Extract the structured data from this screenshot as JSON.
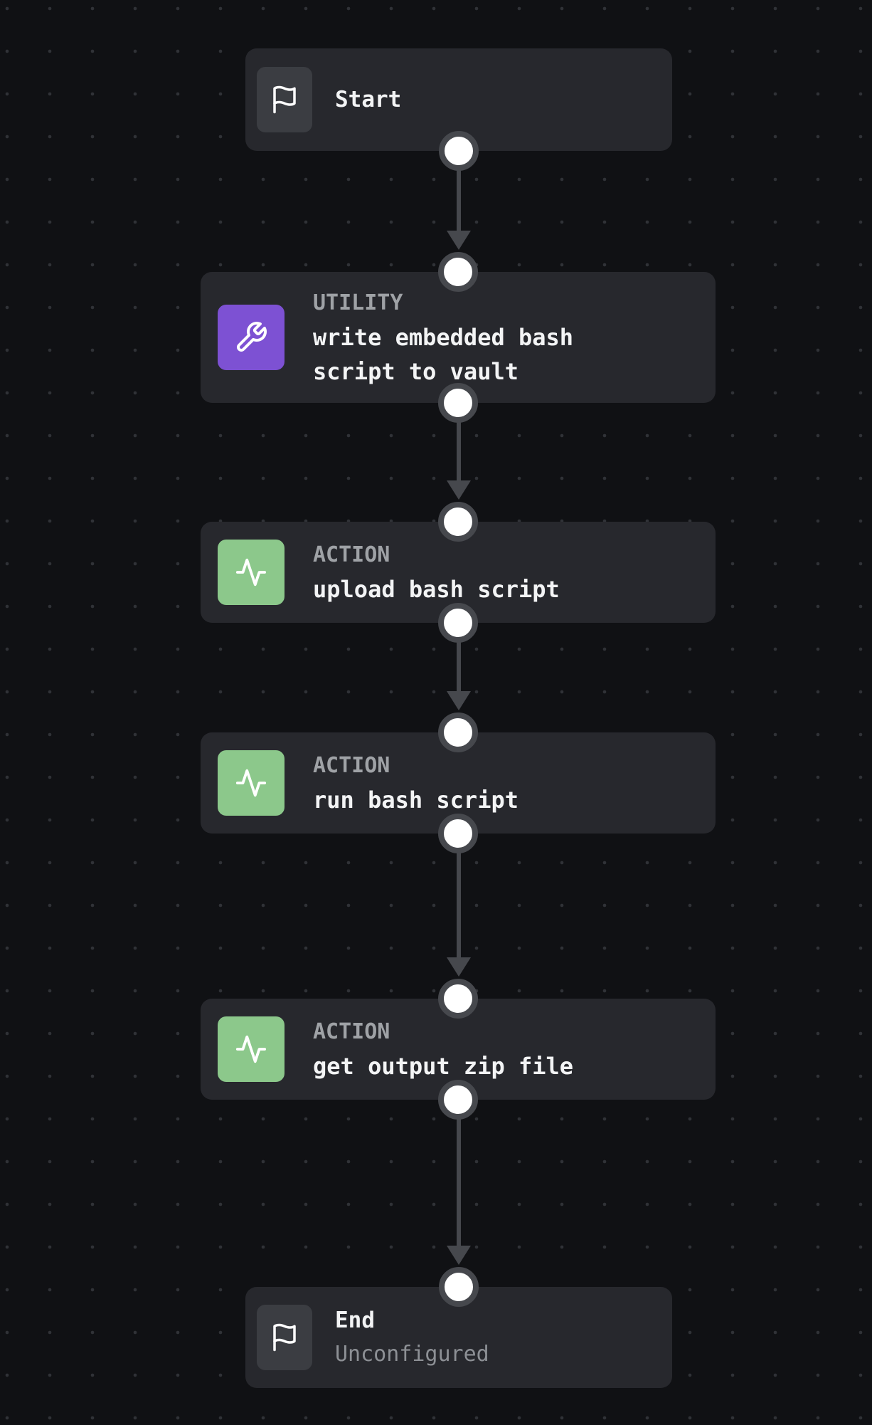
{
  "canvas": {
    "type": "workflow-graph"
  },
  "colors": {
    "canvas_bg": "#101114",
    "grid_dot": "#303237",
    "node_bg": "#27282d",
    "tile_default": "#3b3d42",
    "utility_accent": "#7d51d3",
    "action_accent": "#8cc88b",
    "connector": "#46484d",
    "port_fill": "#ffffff",
    "kicker_text": "#9fa2a6",
    "title_text": "#f3f4f5",
    "subtitle_text": "#8d9095"
  },
  "nodes": [
    {
      "id": "start",
      "icon": "flag-icon",
      "title": "Start"
    },
    {
      "id": "write-script",
      "icon": "wrench-icon",
      "kicker": "UTILITY",
      "title": "write embedded bash script to vault"
    },
    {
      "id": "upload-script",
      "icon": "activity-icon",
      "kicker": "ACTION",
      "title": "upload bash script"
    },
    {
      "id": "run-script",
      "icon": "activity-icon",
      "kicker": "ACTION",
      "title": "run bash script"
    },
    {
      "id": "get-zip",
      "icon": "activity-icon",
      "kicker": "ACTION",
      "title": "get output zip file"
    },
    {
      "id": "end",
      "icon": "flag-icon",
      "title": "End",
      "subtitle": "Unconfigured"
    }
  ],
  "edges": [
    {
      "from": "start",
      "to": "write-script"
    },
    {
      "from": "write-script",
      "to": "upload-script"
    },
    {
      "from": "upload-script",
      "to": "run-script"
    },
    {
      "from": "run-script",
      "to": "get-zip"
    },
    {
      "from": "get-zip",
      "to": "end"
    }
  ]
}
